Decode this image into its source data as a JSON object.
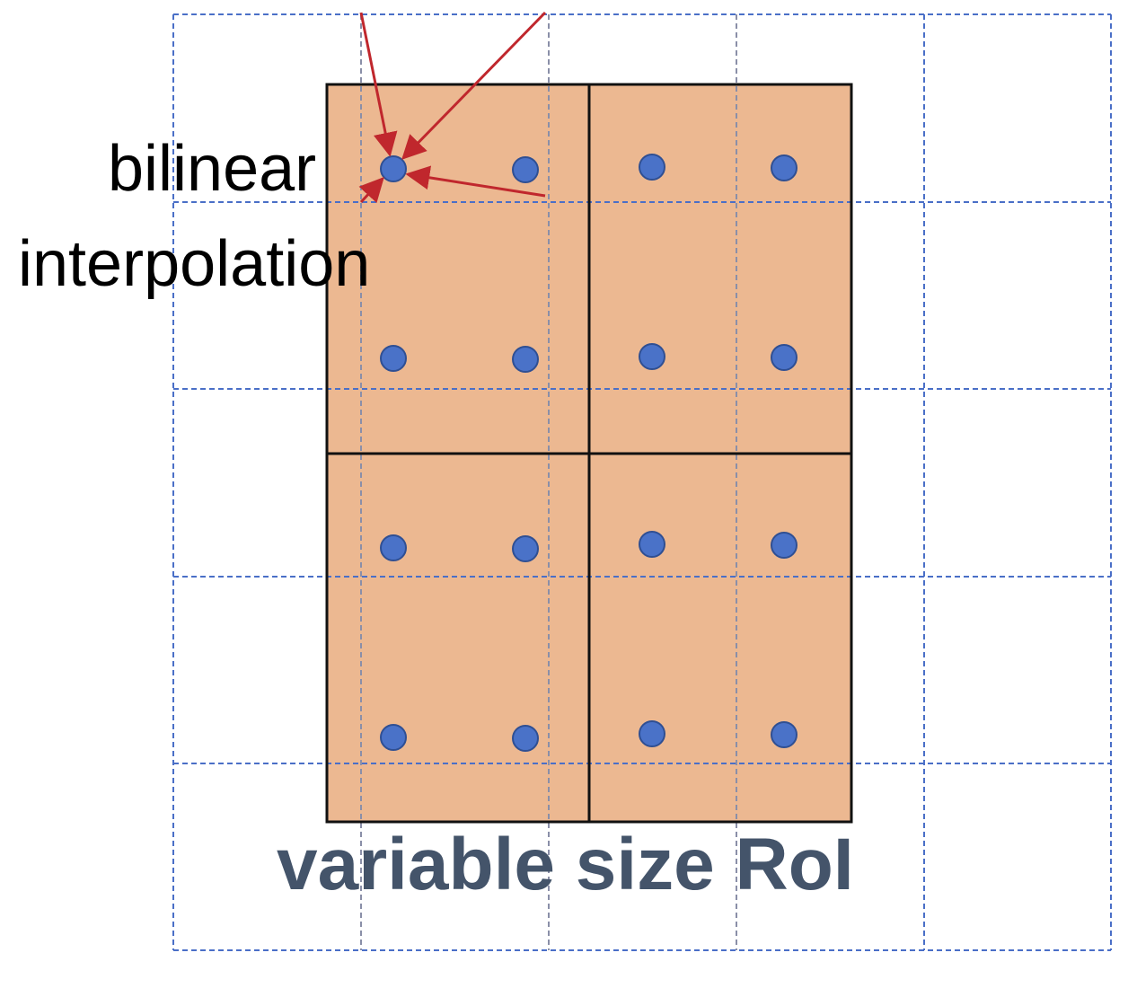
{
  "labels": {
    "interp_line1": "bilinear",
    "interp_line2": "interpolation",
    "caption": "variable size RoI"
  },
  "colors": {
    "feature_grid": "#4a6fc7",
    "roi_fill": "#ecb891",
    "roi_border": "#111111",
    "bin_divider": "#111111",
    "sample_point_fill": "#4a72c8",
    "sample_point_stroke": "#2f4f93",
    "arrow": "#c0272d",
    "caption_text": "#44546a",
    "label_text": "#000000"
  },
  "structure": {
    "feature_grid_columns": 5,
    "feature_grid_rows": 5,
    "roi_bins": "2x2",
    "samples_per_bin": 4,
    "interpolation_arrows": 4
  }
}
